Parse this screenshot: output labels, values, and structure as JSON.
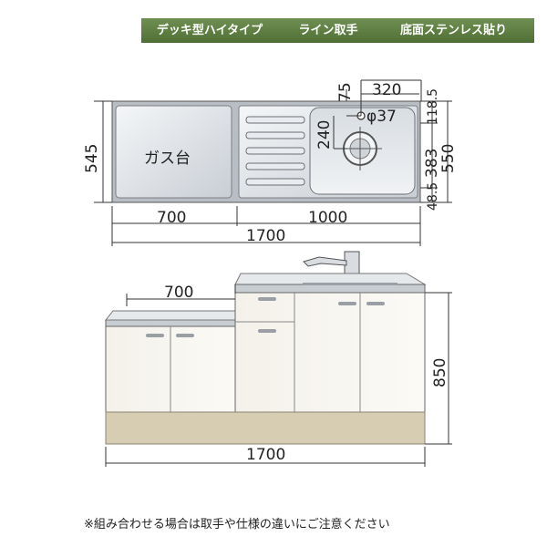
{
  "banner": {
    "part1": "デッキ型ハイタイプ",
    "part2": "ライン取手",
    "part3": "底面ステンレス貼り"
  },
  "top_view": {
    "gas_label": "ガス台",
    "dim_depth_left": "545",
    "dim_depth_right": "550",
    "dim_gas_width": "700",
    "dim_sink_width": "1000",
    "dim_total_width": "1700",
    "dim_faucet_offset": "320",
    "dim_faucet_from_back": "75",
    "dim_faucet_hole": "φ37",
    "dim_drain_from_back": "240",
    "dim_back_ledge": "118.5",
    "dim_bowl_depth": "383",
    "dim_front_ledge": "48.5"
  },
  "front_view": {
    "dim_gas_width": "700",
    "dim_height": "850",
    "dim_total_width": "1700"
  },
  "note": "※組み合わせる場合は取手や仕様の違いにご注意ください"
}
